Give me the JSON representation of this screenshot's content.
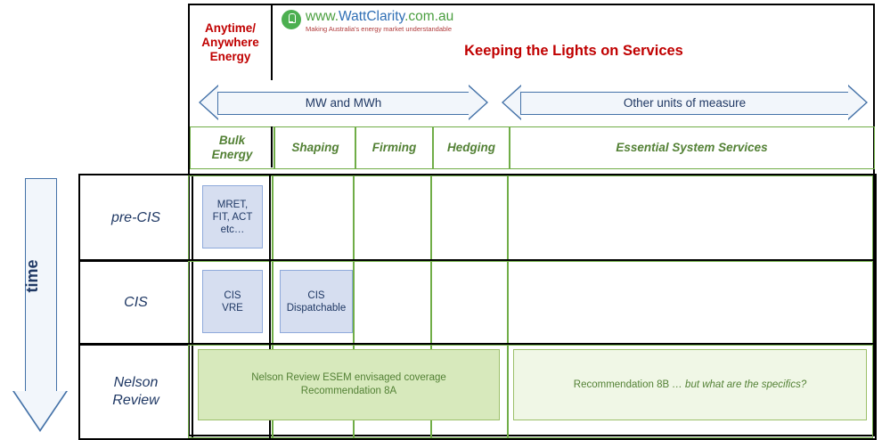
{
  "header": {
    "anytime_label": "Anytime/\nAnywhere\nEnergy",
    "keeping_label": "Keeping the Lights on Services",
    "logo": {
      "domain_www": "www.",
      "domain_watt": "WattClarity",
      "domain_tld": ".com.au",
      "tagline": "Making Australia's energy market understandable",
      "icon": "lightbulb-icon"
    }
  },
  "arrows": {
    "mw": "MW and MWh",
    "other": "Other units of measure",
    "time": "time"
  },
  "columns": [
    {
      "key": "bulk",
      "label": "Bulk\nEnergy"
    },
    {
      "key": "shaping",
      "label": "Shaping"
    },
    {
      "key": "firming",
      "label": "Firming"
    },
    {
      "key": "hedging",
      "label": "Hedging"
    },
    {
      "key": "ess",
      "label": "Essential System Services"
    }
  ],
  "rows": [
    {
      "key": "precis",
      "label": "pre-CIS"
    },
    {
      "key": "cis",
      "label": "CIS"
    },
    {
      "key": "nelson",
      "label": "Nelson\nReview"
    }
  ],
  "boxes": {
    "mret": "MRET,\nFIT, ACT\netc…",
    "cis_vre": "CIS\nVRE",
    "cis_dispatchable": "CIS\nDispatchable",
    "nelson_a_line1": "Nelson Review ESEM envisaged coverage",
    "nelson_a_line2": "Recommendation 8A",
    "nelson_b_line1": "Recommendation 8B ",
    "nelson_b_line2": "… but what are the specifics?"
  },
  "colors": {
    "red_title": "#C00000",
    "green_header": "#538135",
    "green_border": "#70AD47",
    "blue_box_fill": "#D6DEF0",
    "blue_box_border": "#8EA9DB",
    "blue_text": "#1F3864",
    "arrow_fill": "#F2F6FB",
    "arrow_border": "#4472A8",
    "nelson_a_fill": "#D7E9BC",
    "nelson_b_fill": "#F0F7E6"
  }
}
